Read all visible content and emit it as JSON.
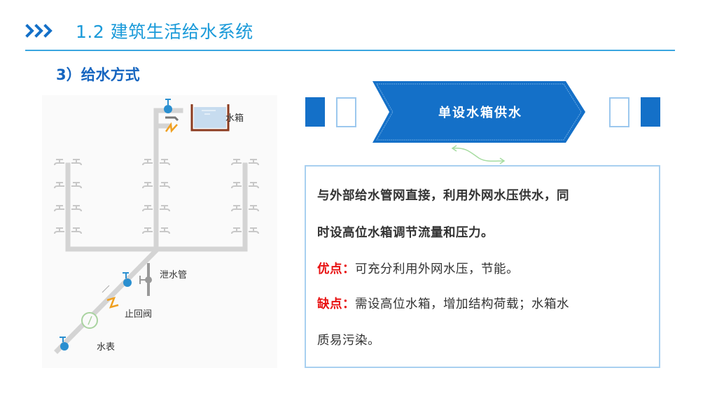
{
  "header": {
    "icon": "triple-chevron-right-icon",
    "title": "1.2 建筑生活给水系统",
    "accent_color": "#1a9ad9"
  },
  "section": {
    "title": "3）给水方式",
    "color": "#1565c0"
  },
  "diagram": {
    "labels": {
      "water_tank": "水箱",
      "drain_pipe": "泄水管",
      "check_valve": "止回阀",
      "water_meter": "水表"
    }
  },
  "banner": {
    "title": "单设水箱供水",
    "color": "#1470c8"
  },
  "content": {
    "description_line1": "与外部给水管网直接，利用外网水压供水，同",
    "description_line2": "时设高位水箱调节流量和压力。",
    "advantage_label": "优点：",
    "advantage_text": "可充分利用外网水压，节能。",
    "disadvantage_label": "缺点：",
    "disadvantage_text_line1": "需设高位水箱，增加结构荷载；水箱水",
    "disadvantage_text_line2": "质易污染。",
    "highlight_color": "#e81010"
  }
}
